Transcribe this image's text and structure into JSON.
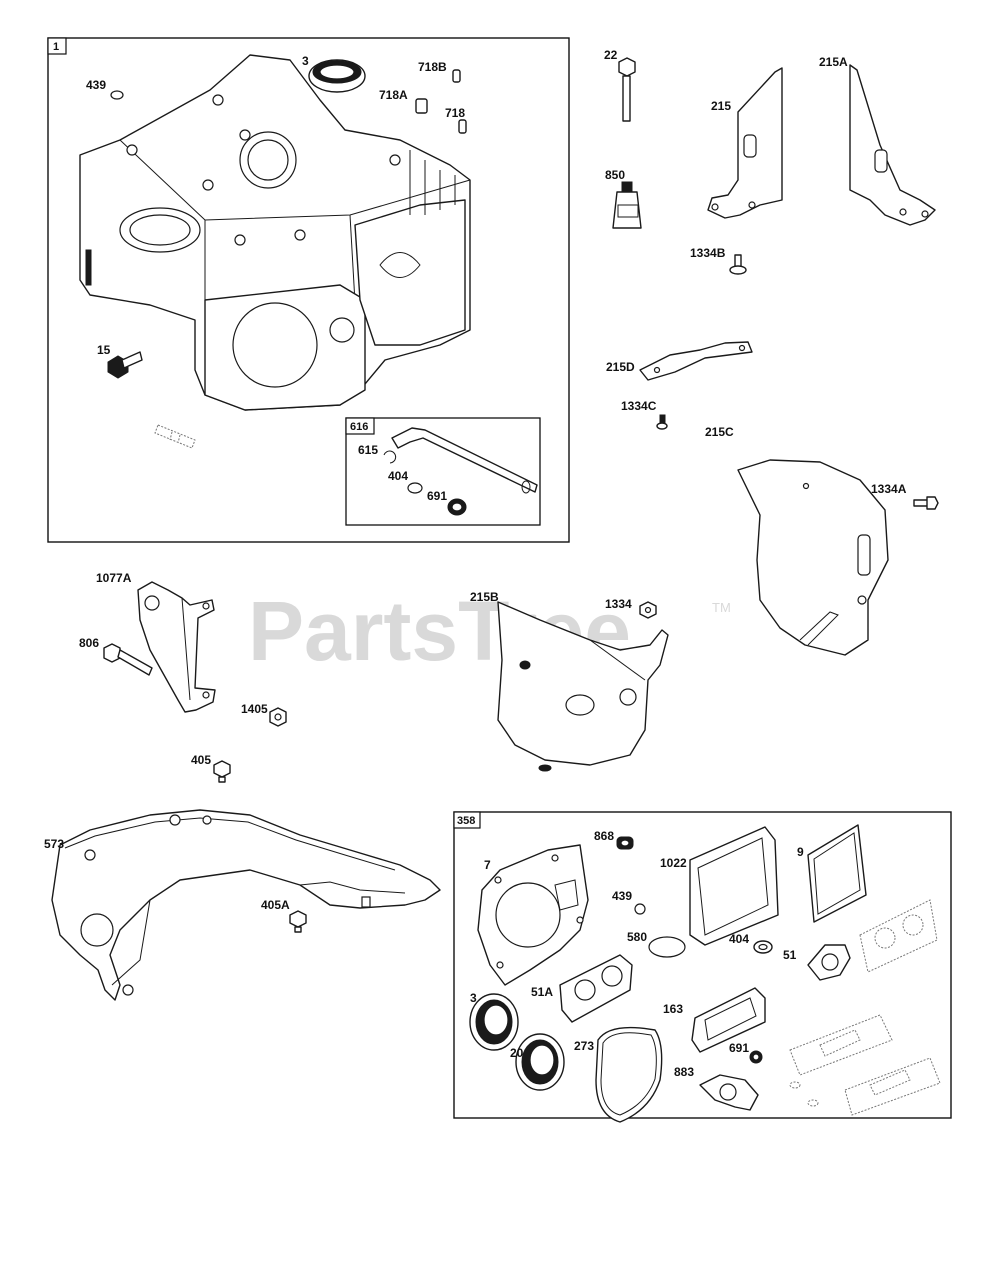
{
  "watermark": {
    "text": "PartsTree",
    "tm": "TM",
    "color": "#d9d9d9"
  },
  "groups": {
    "engine_block": "1",
    "dipstick_tube": "616",
    "gasket_set": "358"
  },
  "labels": {
    "l439a": "439",
    "l3a": "3",
    "l718b": "718B",
    "l718a": "718A",
    "l718": "718",
    "l15": "15",
    "l615": "615",
    "l404a": "404",
    "l691a": "691",
    "l22": "22",
    "l215": "215",
    "l215a": "215A",
    "l850": "850",
    "l1334b": "1334B",
    "l215d": "215D",
    "l1334c": "1334C",
    "l215c": "215C",
    "l1334a": "1334A",
    "l1077a": "1077A",
    "l806": "806",
    "l1405": "1405",
    "l405": "405",
    "l215b": "215B",
    "l1334": "1334",
    "l573": "573",
    "l405a": "405A",
    "l868": "868",
    "l1022": "1022",
    "l9": "9",
    "l7": "7",
    "l439b": "439",
    "l580": "580",
    "l404b": "404",
    "l51": "51",
    "l3b": "3",
    "l51a": "51A",
    "l163": "163",
    "l20": "20",
    "l273": "273",
    "l691b": "691",
    "l883": "883"
  }
}
